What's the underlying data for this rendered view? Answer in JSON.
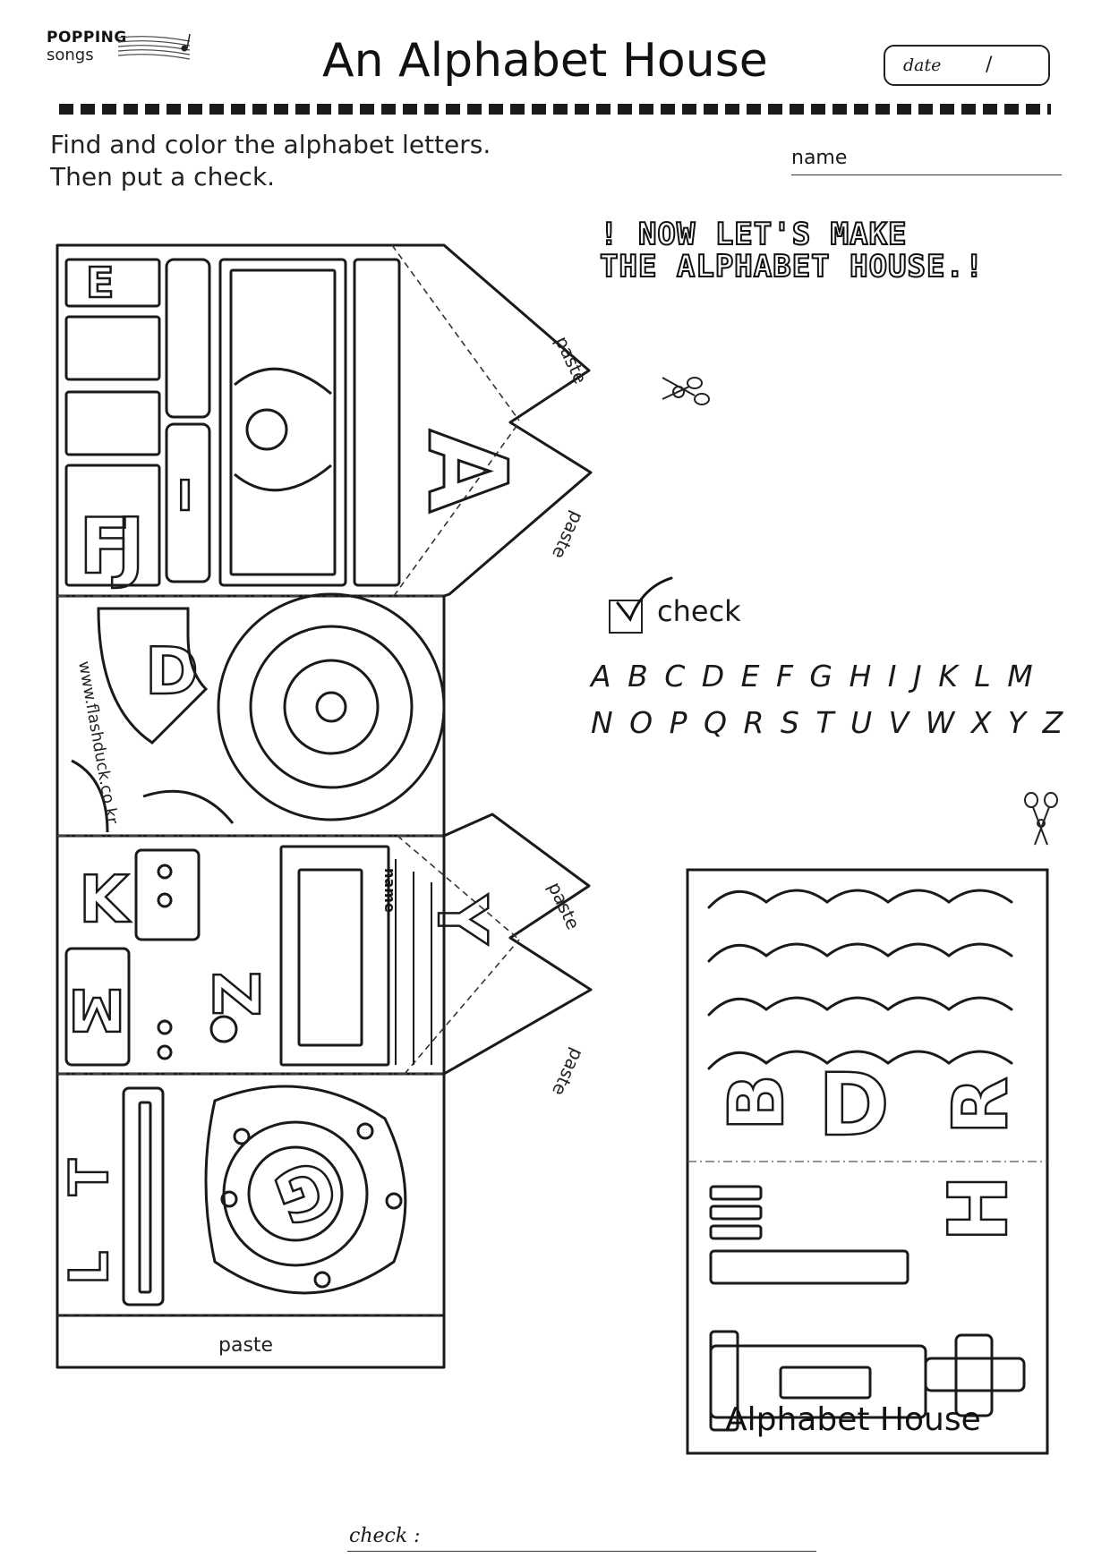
{
  "logo": {
    "line1": "POPPING",
    "line2": "songs"
  },
  "header": {
    "title": "An Alphabet House",
    "date_label": "date",
    "date_separator": "/"
  },
  "instructions": {
    "line1": "Find and color the alphabet letters.",
    "line2": "Then put a check."
  },
  "name_field": {
    "label": "name"
  },
  "banner": {
    "line1": "! NOW LET'S MAKE",
    "line2": "THE ALPHABET HOUSE.!"
  },
  "check_box": {
    "label": "check"
  },
  "alphabet": {
    "row1": "A B C D E F G H I J K L M",
    "row2": "N O P Q R S T U V W X Y Z"
  },
  "cutout": {
    "paste_tab_1": "paste",
    "paste_tab_2": "paste",
    "paste_tab_3": "paste",
    "paste_tab_4": "paste",
    "paste_bottom": "paste",
    "side_url": "www.flashduck.co.kr",
    "name_strip": "name",
    "letters": [
      "E",
      "I",
      "F",
      "J",
      "A",
      "D",
      "O",
      "K",
      "Z",
      "Y",
      "M",
      "G",
      "T",
      "L"
    ]
  },
  "front_panel": {
    "letters": [
      "B",
      "D",
      "R",
      "H",
      "H",
      "I"
    ],
    "caption": "Alphabet House"
  },
  "footer": {
    "check_label": "check :"
  }
}
